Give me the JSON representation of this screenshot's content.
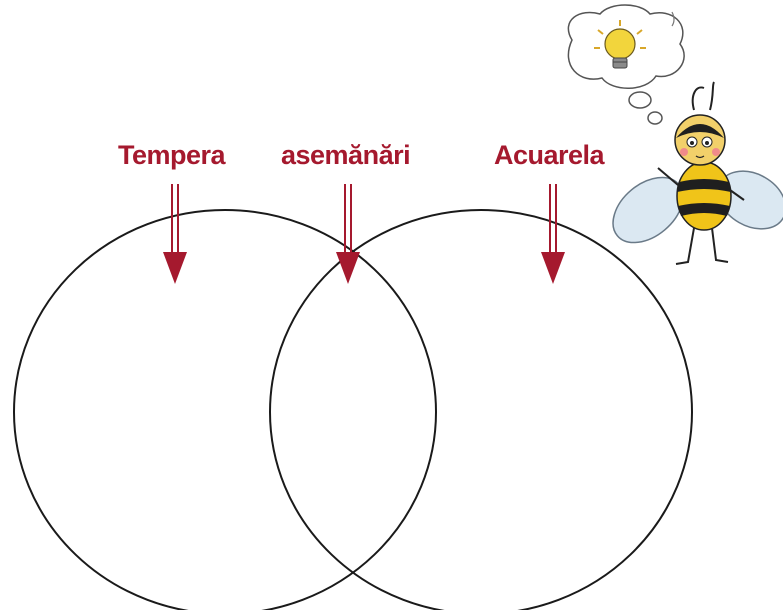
{
  "labels": {
    "left": "Tempera",
    "middle": "asemănări",
    "right": "Acuarela"
  },
  "colors": {
    "label_text": "#a5192e",
    "arrow": "#a5192e",
    "circle_stroke": "#1a1a1a"
  },
  "icons": {
    "bee": "bee-mascot-icon",
    "thought": "lightbulb-thought-bubble-icon"
  }
}
